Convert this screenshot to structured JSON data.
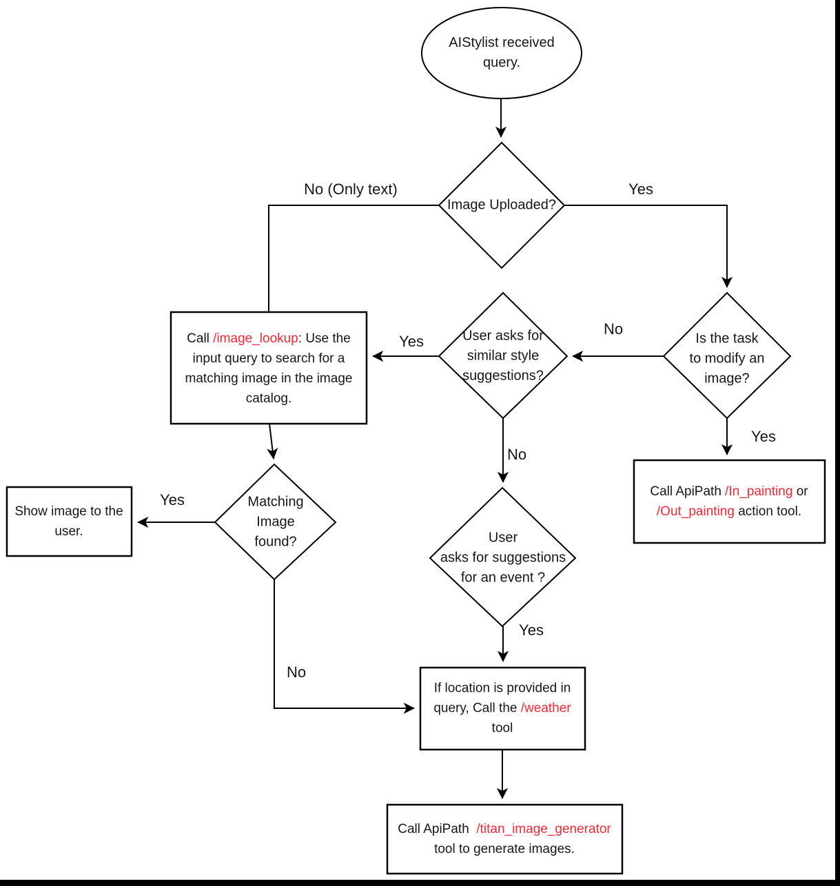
{
  "colors": {
    "red": "#fa2633",
    "stroke": "#000000",
    "background": "#ffffff",
    "frame": "#000000"
  },
  "nodes": {
    "start": {
      "l1": "AIStylist received",
      "l2": "query."
    },
    "image_uploaded": {
      "l1": "Image Uploaded?"
    },
    "modify_image": {
      "l1": "Is the task",
      "l2": "to modify an",
      "l3": "image?"
    },
    "similar_style": {
      "l1": "User asks for",
      "l2": "similar style",
      "l3": "suggestions?"
    },
    "image_lookup": {
      "l1a": "Call ",
      "l1b": "/image_lookup",
      "l1c": ": Use the",
      "l2": "input query to search for a",
      "l3": "matching image in the image",
      "l4": "catalog."
    },
    "matching_found": {
      "l1": "Matching",
      "l2": "Image",
      "l3": "found?"
    },
    "show_image": {
      "l1": "Show image to the",
      "l2": "user."
    },
    "event_suggestions": {
      "l1": "User",
      "l2": "asks for suggestions",
      "l3": "for an event ?"
    },
    "painting": {
      "l1a": "Call ApiPath ",
      "l1b": "/In_painting",
      "l1c": " or",
      "l2a": "/Out_painting",
      "l2b": " action tool."
    },
    "weather": {
      "l1": "If location is provided in",
      "l2a": "query, Call the ",
      "l2b": "/weather",
      "l3": "tool"
    },
    "titan": {
      "l1a": "Call ApiPath  ",
      "l1b": "/titan_image_generator",
      "l2": "tool to generate images."
    }
  },
  "edge_labels": {
    "no_only_text": "No (Only text)",
    "yes_uploaded": "Yes",
    "no_modify": "No",
    "yes_modify": "Yes",
    "yes_similar": "Yes",
    "no_similar": "No",
    "yes_matching": "Yes",
    "no_matching": "No",
    "yes_event": "Yes"
  }
}
